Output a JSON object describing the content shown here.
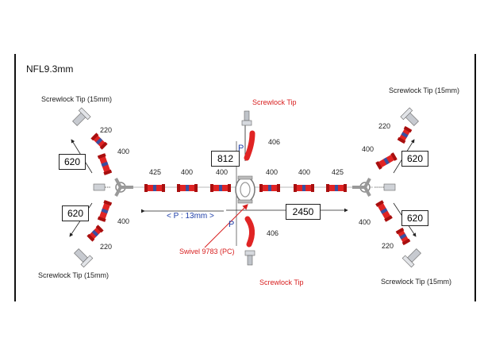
{
  "title": "NFL9.3mm",
  "labels": {
    "screwlock_tip_15": "Screwlock Tip (15mm)",
    "screwlock_tip": "Screwlock Tip",
    "swivel": "Swivel 9783 (PC)",
    "pitch": "< P : 13mm >",
    "p": "P"
  },
  "lengths": {
    "l220": "220",
    "l400": "400",
    "l406": "406",
    "l425": "425",
    "l620": "620",
    "l812": "812",
    "l2450": "2450"
  },
  "colors": {
    "link": "#e02424",
    "link_dark": "#a80f0f",
    "tip": "#8a8f98",
    "annotation": "#d81e1e",
    "pitch": "#1f3fa8"
  }
}
